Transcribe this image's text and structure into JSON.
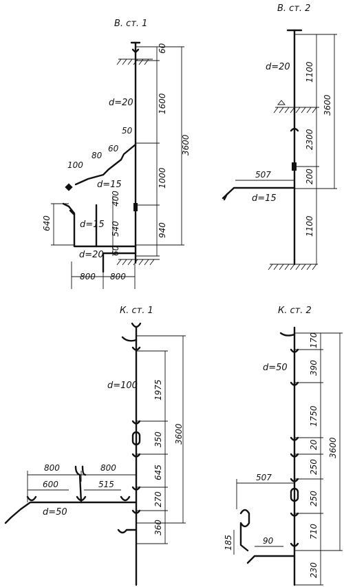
{
  "titles": {
    "v1": "В. ст. 1",
    "v2": "В. ст. 2",
    "k1": "К. ст. 1",
    "k2": "К. ст. 2"
  },
  "v1": {
    "d_main": "d=20",
    "d_branch_upper": "d=15",
    "d_branch_lower": "d=15",
    "d_bottom": "d=20",
    "v_60_top": "60",
    "v_1600": "1600",
    "v_1000": "1000",
    "v_940": "940",
    "v_3600": "3600",
    "v_400": "400",
    "v_540": "540",
    "v_60_bottom": "60",
    "v_640": "640",
    "d_50": "50",
    "d_60": "60",
    "d_80": "80",
    "d_100": "100",
    "h_800_left": "800",
    "h_800_right": "800"
  },
  "v2": {
    "d_main": "d=20",
    "d_branch": "d=15",
    "v_1100_top": "1100",
    "v_2300": "2300",
    "v_200": "200",
    "v_1100_bottom": "1100",
    "v_3600": "3600",
    "h_507": "507"
  },
  "k1": {
    "d_main": "d=100",
    "d_branch": "d=50",
    "v_1975": "1975",
    "v_350": "350",
    "v_645": "645",
    "v_270": "270",
    "v_360": "360",
    "v_3600": "3600",
    "h_800_left": "800",
    "h_800_right": "800",
    "h_600": "600",
    "h_515": "515"
  },
  "k2": {
    "d_main": "d=50",
    "v_170": "170",
    "v_390": "390",
    "v_1750": "1750",
    "v_20": "20",
    "v_250_upper": "250",
    "v_250_lower": "250",
    "v_710": "710",
    "v_230": "230",
    "v_3600": "3600",
    "h_507": "507",
    "h_90": "90",
    "v_185": "185"
  }
}
